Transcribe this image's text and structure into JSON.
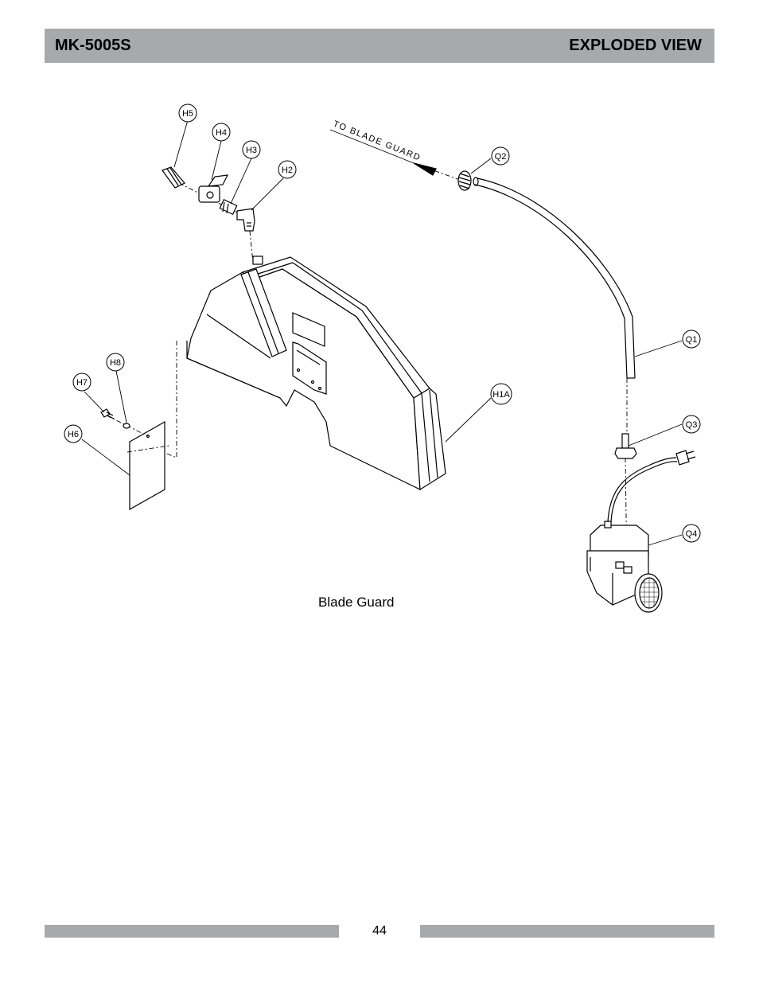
{
  "header": {
    "model": "MK-5005S",
    "section": "EXPLODED VIEW"
  },
  "diagram": {
    "callouts": [
      "H5",
      "H4",
      "H3",
      "H2",
      "Q2",
      "Q1",
      "H1A",
      "H8",
      "H7",
      "H6",
      "Q3",
      "Q4"
    ],
    "arrow_label": "TO BLADE GUARD"
  },
  "caption": "Blade Guard",
  "footer": {
    "page_number": "44"
  }
}
